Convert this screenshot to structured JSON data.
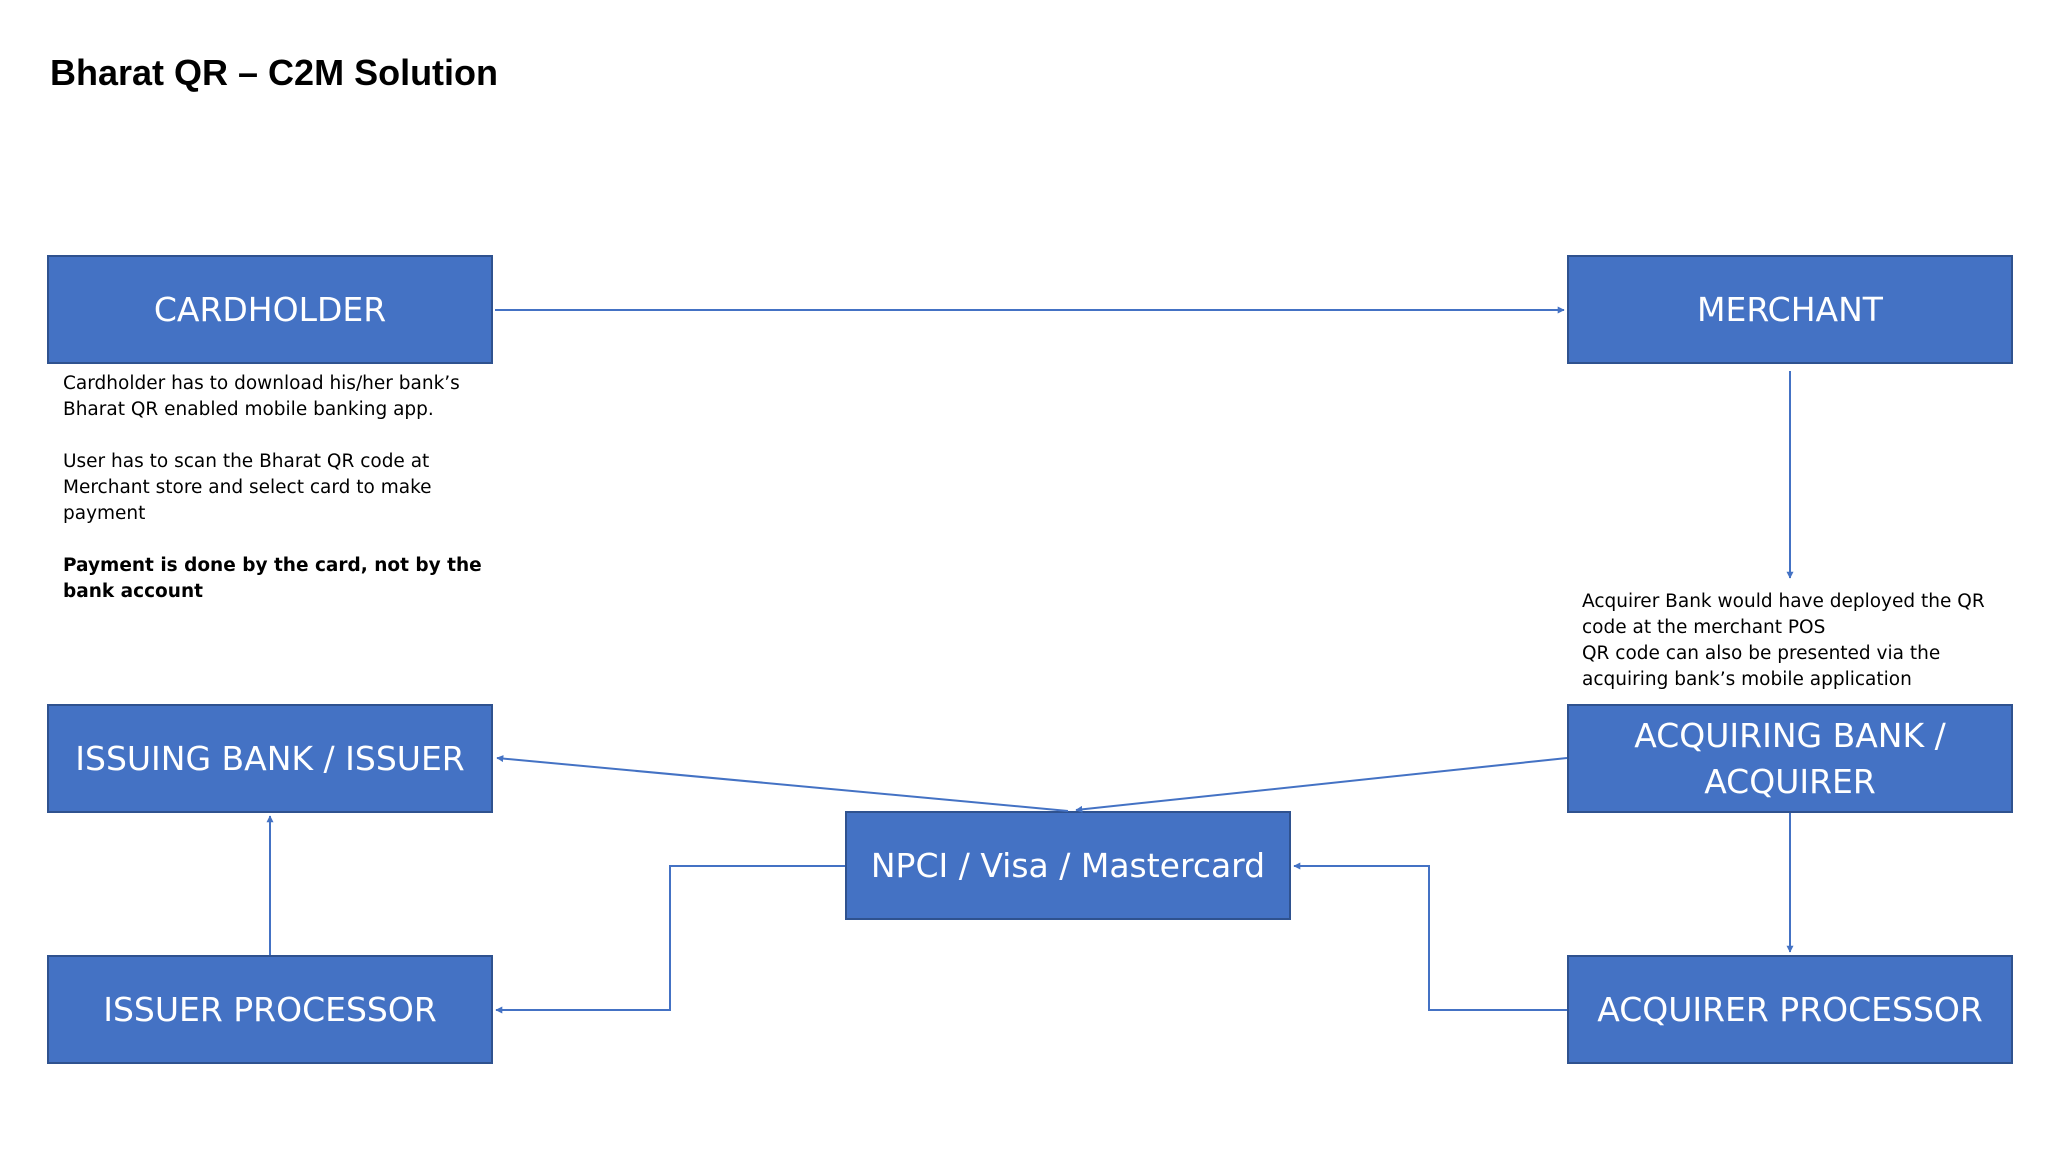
{
  "page": {
    "title": "Bharat QR – C2M Solution"
  },
  "boxes": {
    "cardholder": "CARDHOLDER",
    "merchant": "MERCHANT",
    "issuing_bank": "ISSUING BANK / ISSUER",
    "acquiring_bank": "ACQUIRING BANK / ACQUIRER",
    "npci": "NPCI / Visa / Mastercard",
    "issuer_processor": "ISSUER PROCESSOR",
    "acquirer_processor": "ACQUIRER PROCESSOR"
  },
  "notes": {
    "cardholder": {
      "p1": "Cardholder has to download his/her bank’s Bharat QR enabled mobile banking app.",
      "p2": "User has to scan the Bharat QR code at Merchant store and select card to make payment",
      "p3": "Payment is done by the card, not by the bank account"
    },
    "acquirer": {
      "line1": "Acquirer Bank would have deployed the QR code at the merchant POS",
      "line2": "QR code can also be presented via the acquiring bank’s mobile application"
    }
  },
  "colors": {
    "box_fill": "#4472c4",
    "box_border": "#2f528f",
    "connector": "#4472c4"
  }
}
